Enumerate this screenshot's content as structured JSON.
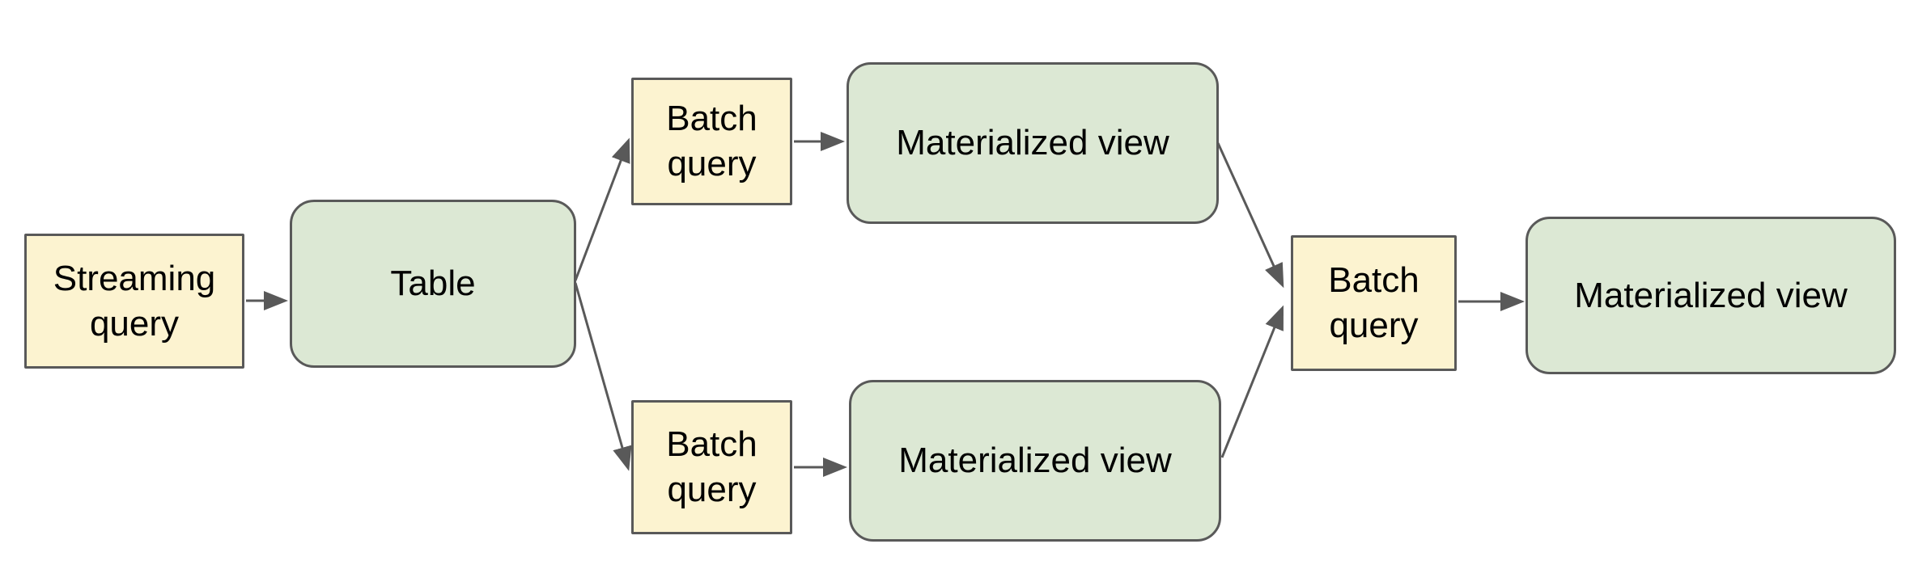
{
  "diagram": {
    "nodes": {
      "streaming_query": {
        "label": "Streaming query",
        "kind": "query"
      },
      "table": {
        "label": "Table",
        "kind": "entity"
      },
      "batch_query_top": {
        "label": "Batch query",
        "kind": "query"
      },
      "materialized_view_top": {
        "label": "Materialized view",
        "kind": "entity"
      },
      "batch_query_bottom": {
        "label": "Batch query",
        "kind": "query"
      },
      "materialized_view_bottom": {
        "label": "Materialized view",
        "kind": "entity"
      },
      "batch_query_right": {
        "label": "Batch query",
        "kind": "query"
      },
      "materialized_view_final": {
        "label": "Materialized view",
        "kind": "entity"
      }
    },
    "edges": [
      {
        "from": "streaming_query",
        "to": "table"
      },
      {
        "from": "table",
        "to": "batch_query_top"
      },
      {
        "from": "batch_query_top",
        "to": "materialized_view_top"
      },
      {
        "from": "table",
        "to": "batch_query_bottom"
      },
      {
        "from": "batch_query_bottom",
        "to": "materialized_view_bottom"
      },
      {
        "from": "materialized_view_top",
        "to": "batch_query_right"
      },
      {
        "from": "materialized_view_bottom",
        "to": "batch_query_right"
      },
      {
        "from": "batch_query_right",
        "to": "materialized_view_final"
      }
    ]
  },
  "palette": {
    "background": "#ffffff",
    "query_fill": "#fcf3d0",
    "entity_fill": "#dce8d4",
    "shape_stroke": "#595959",
    "arrow_color": "#595959",
    "text_color": "#000000"
  }
}
